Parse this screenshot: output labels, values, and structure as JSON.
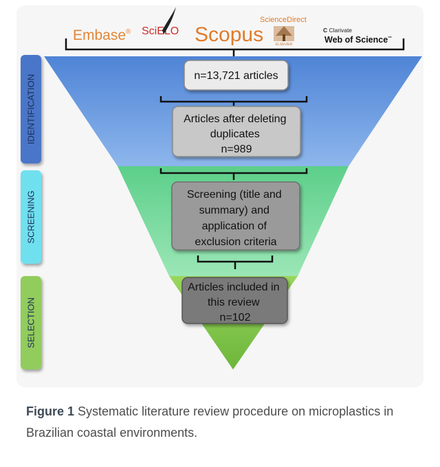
{
  "databases": {
    "embase": "Embase",
    "embase_mark": "®",
    "scielo": "SciELO",
    "scopus": "Scopus",
    "sciencedirect": "ScienceDirect",
    "sciencedirect_sub": "ELSEVIER",
    "clarivate": "Clarivate",
    "wos": "Web of Science",
    "wos_mark": "™"
  },
  "phases": {
    "identification": "IDENTIFICATION",
    "screening": "SCREENING",
    "selection": "SELECTION"
  },
  "boxes": {
    "initial": "n=13,721 articles",
    "dedup": [
      "Articles after deleting",
      "duplicates",
      "n=989"
    ],
    "screen": [
      "Screening (title and",
      "summary) and",
      "application of",
      "exclusion criteria"
    ],
    "included": [
      "Articles included in",
      "this review",
      "n=102"
    ]
  },
  "caption": {
    "label": "Figure 1",
    "text": "Systematic literature review procedure on microplastics in Brazilian coastal environments."
  },
  "colors": {
    "identification": "#6a9be0",
    "screening": "#7dd9a0",
    "selection": "#8fce5a",
    "tab_identification": "#4a76c9",
    "tab_screening": "#6fe0ef",
    "tab_selection": "#92cc5c",
    "embase": "#e0873a",
    "scielo": "#c9302c",
    "scopus": "#e07b2a"
  }
}
